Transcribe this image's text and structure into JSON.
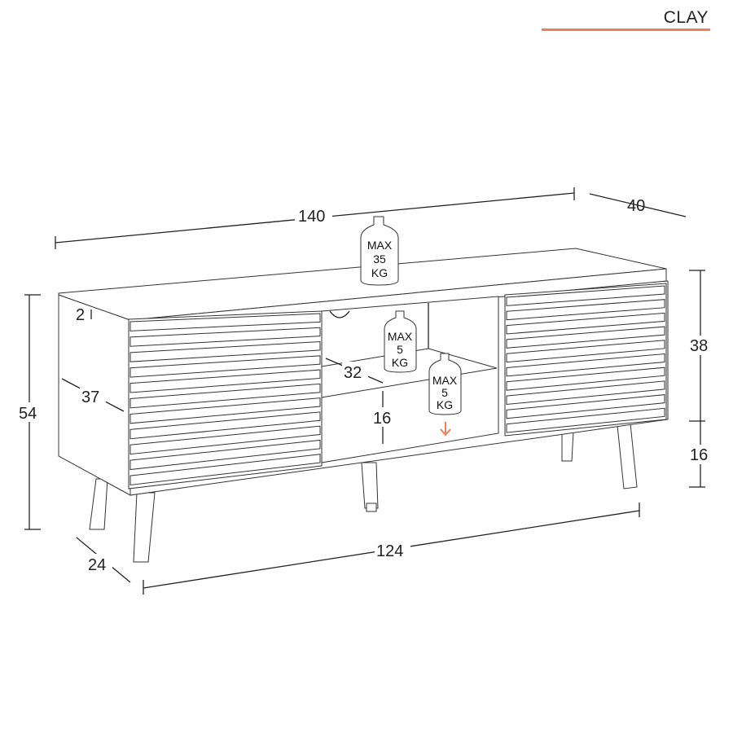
{
  "header": {
    "product_name": "CLAY",
    "accent_color": "#e8805a"
  },
  "dimensions": {
    "width": "140",
    "depth": "40",
    "top_thickness": "2",
    "side_depth": "37",
    "total_height": "54",
    "shelf_depth": "32",
    "shelf_clearance": "16",
    "body_height": "38",
    "leg_height": "16",
    "leg_spread_depth": "24",
    "leg_spread_width": "124"
  },
  "load_labels": [
    {
      "line1": "MAX",
      "line2": "35",
      "line3": "KG"
    },
    {
      "line1": "MAX",
      "line2": "5",
      "line3": "KG"
    },
    {
      "line1": "MAX",
      "line2": "5",
      "line3": "KG"
    }
  ]
}
